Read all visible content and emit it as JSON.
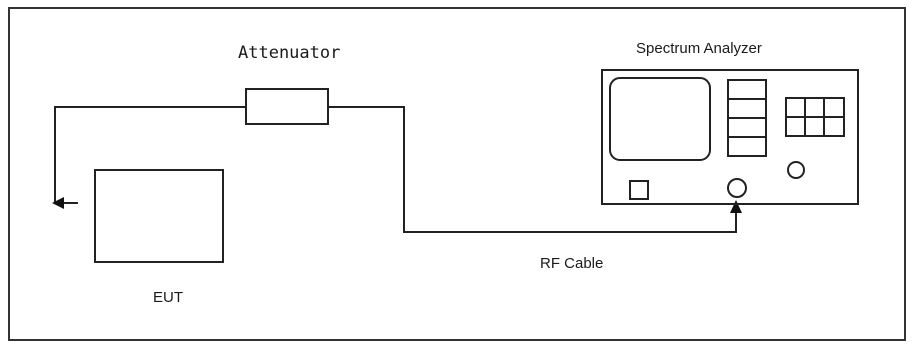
{
  "diagram": {
    "labels": {
      "attenuator": "Attenuator",
      "spectrum_analyzer": "Spectrum Analyzer",
      "rf_cable": "RF Cable",
      "eut": "EUT"
    }
  }
}
